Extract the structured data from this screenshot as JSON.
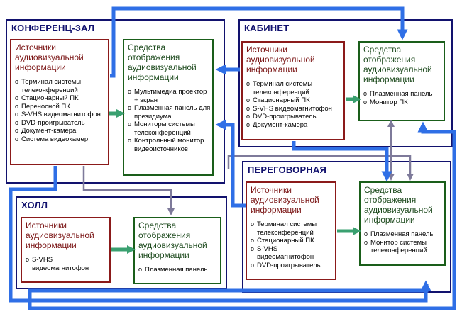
{
  "rooms": {
    "conference": {
      "title": "КОНФЕРЕНЦ-ЗАЛ",
      "sources": {
        "title": "Источники аудиовизуальной информации",
        "items": [
          "Терминал системы телеконференций",
          "Стационарный ПК",
          "Переносной ПК",
          "S-VHS видеомагнитофон",
          "DVD-проигрыватель",
          "Документ-камера",
          "Система видеокамер"
        ]
      },
      "displays": {
        "title": "Средства отображения аудиовизуальной информации",
        "items": [
          "Мультимедиа проектор + экран",
          "Плазменная панель для президиума",
          "Мониторы системы телеконференций",
          "Контрольный монитор видеоисточников"
        ]
      }
    },
    "cabinet": {
      "title": "КАБИНЕТ",
      "sources": {
        "title": "Источники аудиовизуальной информации",
        "items": [
          "Терминал системы телеконференций",
          "Стационарный ПК",
          "S-VHS видеомагнитофон",
          "DVD-проигрыватель",
          "Документ-камера"
        ]
      },
      "displays": {
        "title": "Средства отображения аудиовизуальной информации",
        "items": [
          "Плазменная панель",
          "Монитор ПК"
        ]
      }
    },
    "meeting": {
      "title": "ПЕРЕГОВОРНАЯ",
      "sources": {
        "title": "Источники аудиовизуальной информации",
        "items": [
          "Терминал системы телеконференций",
          "Стационарный ПК",
          "S-VHS видеомагнитофон",
          "DVD-проигрыватель"
        ]
      },
      "displays": {
        "title": "Средства отображения аудиовизуальной информации",
        "items": [
          "Плазменная панель",
          "Монитор системы телеконференций"
        ]
      }
    },
    "hall": {
      "title": "ХОЛЛ",
      "sources": {
        "title": "Источники аудиовизуальной информации",
        "items": [
          "S-VHS видеомагнитофон"
        ]
      },
      "displays": {
        "title": "Средства отображения аудиовизуальной информации",
        "items": [
          "Плазменная панель"
        ]
      }
    }
  },
  "colors": {
    "room_border": "#12126e",
    "source_border": "#8b1a1a",
    "display_border": "#1a5e1a",
    "main_link": "#2f6fe6",
    "gray_link": "#7e7a9a",
    "local_arrow": "#3aa070"
  }
}
